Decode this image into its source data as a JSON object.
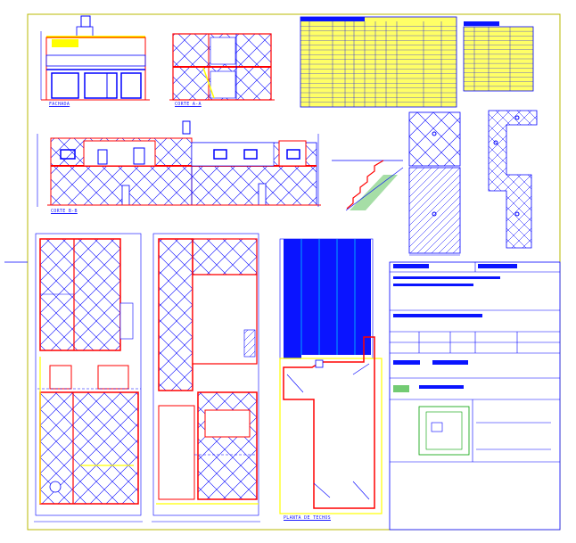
{
  "labels": {
    "fachada": "FACHADA",
    "corte_aa": "CORTE A-A",
    "corte_bb": "CORTE B-B",
    "planta_techos": "PLANTA DE TECHOS"
  },
  "colors": {
    "border": "#b8b800",
    "line_blue": "#0000ff",
    "line_red": "#ff0000",
    "line_cyan": "#00c8ff",
    "fill_blue": "#0a14ff",
    "text_blue": "#1a1aff",
    "yellow": "#ffff00",
    "green": "#00a000"
  }
}
